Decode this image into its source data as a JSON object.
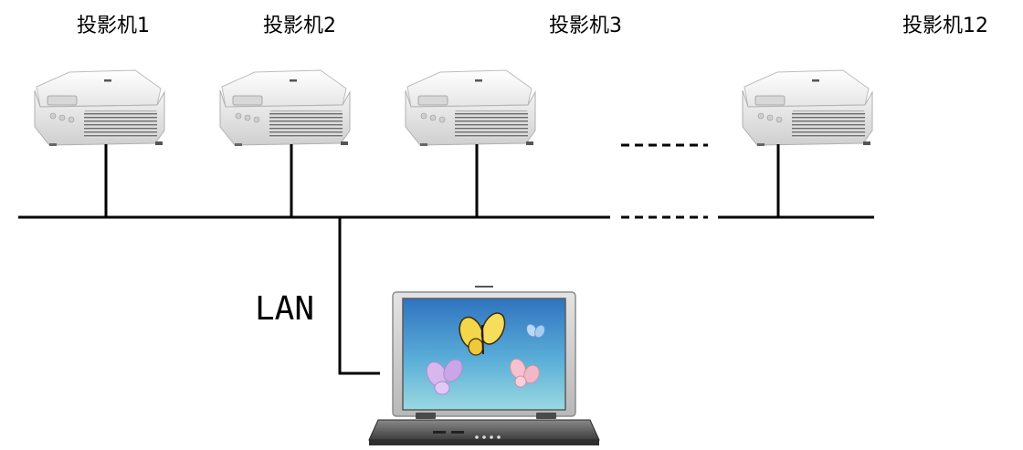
{
  "projectors": [
    {
      "label": "投影机1"
    },
    {
      "label": "投影机2"
    },
    {
      "label": "投影机3"
    },
    {
      "label": "投影机12"
    }
  ],
  "network": {
    "label": "LAN"
  },
  "icons": {
    "projector": "projector-icon",
    "laptop": "laptop-icon",
    "ellipsis": "dashed-ellipsis"
  },
  "colors": {
    "line": "#000000",
    "projector_body": "#f2f2f2",
    "screen_top": "#2f73c0",
    "screen_bottom": "#8fd6e0",
    "laptop_frame": "#c9c9c9"
  }
}
